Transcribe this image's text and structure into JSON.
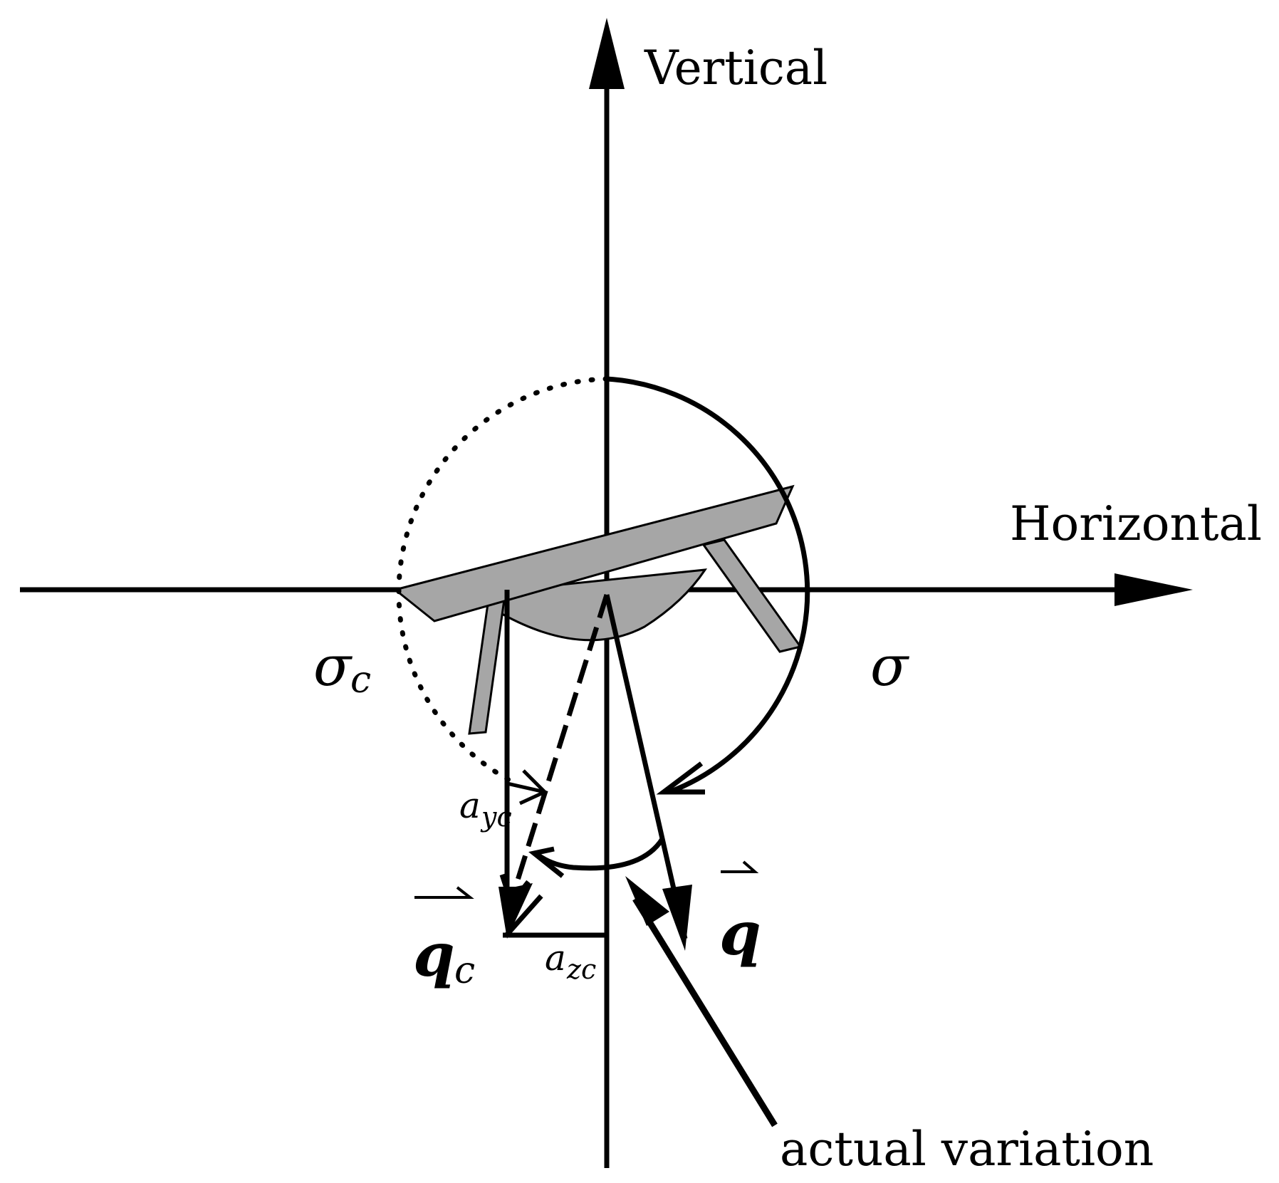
{
  "labels": {
    "vertical": "Vertical",
    "horizontal": "Horizontal",
    "sigma": "σ",
    "sigma_c_base": "σ",
    "sigma_c_sub": "c",
    "q": "q",
    "q_c_base": "q",
    "q_c_sub": "c",
    "a_yc_base": "a",
    "a_yc_sub": "yc",
    "a_zc_base": "a",
    "a_zc_sub": "zc",
    "actual_variation": "actual variation"
  },
  "colors": {
    "ink": "#000000",
    "body_fill": "#a6a6a6",
    "background": "#ffffff"
  }
}
